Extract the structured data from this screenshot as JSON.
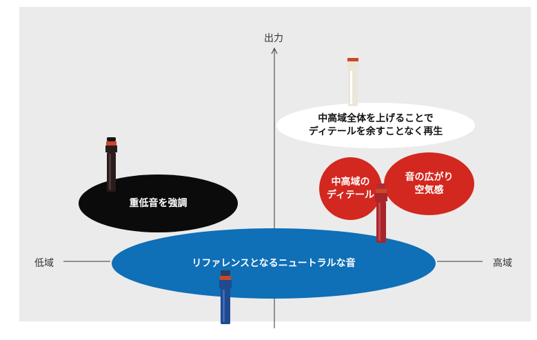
{
  "axes": {
    "y_top": "出力",
    "x_left": "低域",
    "x_right": "高域"
  },
  "zones": {
    "bass": "重低音を強調",
    "reference": "リファレンスとなるニュートラルな音",
    "mid_high_all": "中高域全体を上げることで\nディテールを余すことなく再生",
    "mid_high_detail": "中高域の\nディテール",
    "spatial": "音の広がり\n空気感"
  },
  "colors": {
    "background": "#ebebeb",
    "bass_zone": "#0b0b0b",
    "reference_zone": "#0f6fb7",
    "mid_high_zone": "#ffffff",
    "detail_zones": "#d3281f",
    "axis": "#333333"
  },
  "filters": [
    {
      "name": "black-filter-icon",
      "body_color": "#2a1c1c",
      "ring_color": "#c9482b"
    },
    {
      "name": "white-filter-icon",
      "body_color": "#ece6da",
      "ring_color": "#c9482b"
    },
    {
      "name": "red-filter-icon",
      "body_color": "#a8252b",
      "ring_color": "#c9482b"
    },
    {
      "name": "blue-filter-icon",
      "body_color": "#1f4a8f",
      "ring_color": "#c9482b"
    }
  ]
}
